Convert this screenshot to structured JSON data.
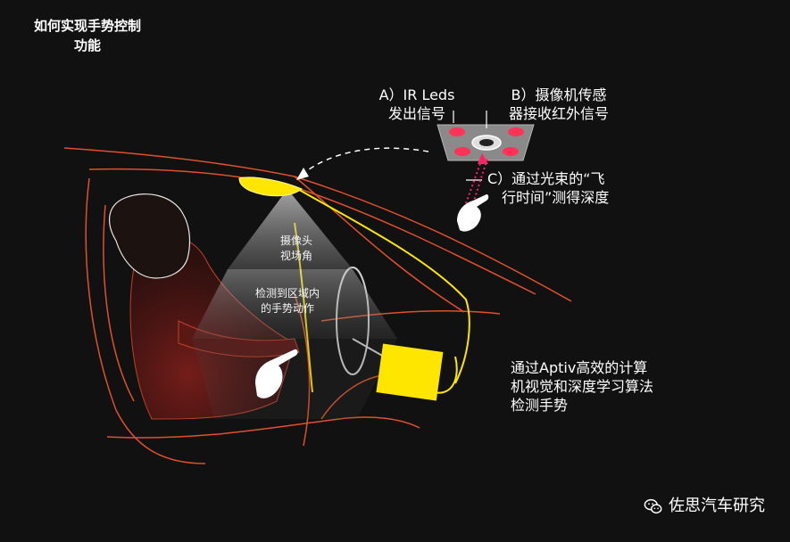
{
  "title": {
    "line1": "如何实现手势控制",
    "line2": "功能"
  },
  "labels": {
    "ir_leds": {
      "line1": "A）IR Leds",
      "line2": "发出信号"
    },
    "camera_sensor": {
      "line1": "B）摄像机传感",
      "line2": "器接收红外信号"
    },
    "time_of_flight": {
      "line1": "C）通过光束的“飞",
      "line2": "行时间”测得深度"
    },
    "camera_fov": {
      "line1": "摄像头",
      "line2": "视场角"
    },
    "detection_zone": {
      "line1": "检测到区域内",
      "line2": "的手势动作"
    },
    "algorithm": {
      "line1": "通过Aptiv高效的计算",
      "line2": "机视觉和深度学习算法",
      "line3": "检测手势"
    }
  },
  "watermark": {
    "text": "佐思汽车研究",
    "icon": "wechat-icon"
  },
  "colors": {
    "background": "#111111",
    "car_outline": "#e0502a",
    "yellow": "#ffe600",
    "led_red": "#ff3355",
    "hand": "#ffffff"
  }
}
